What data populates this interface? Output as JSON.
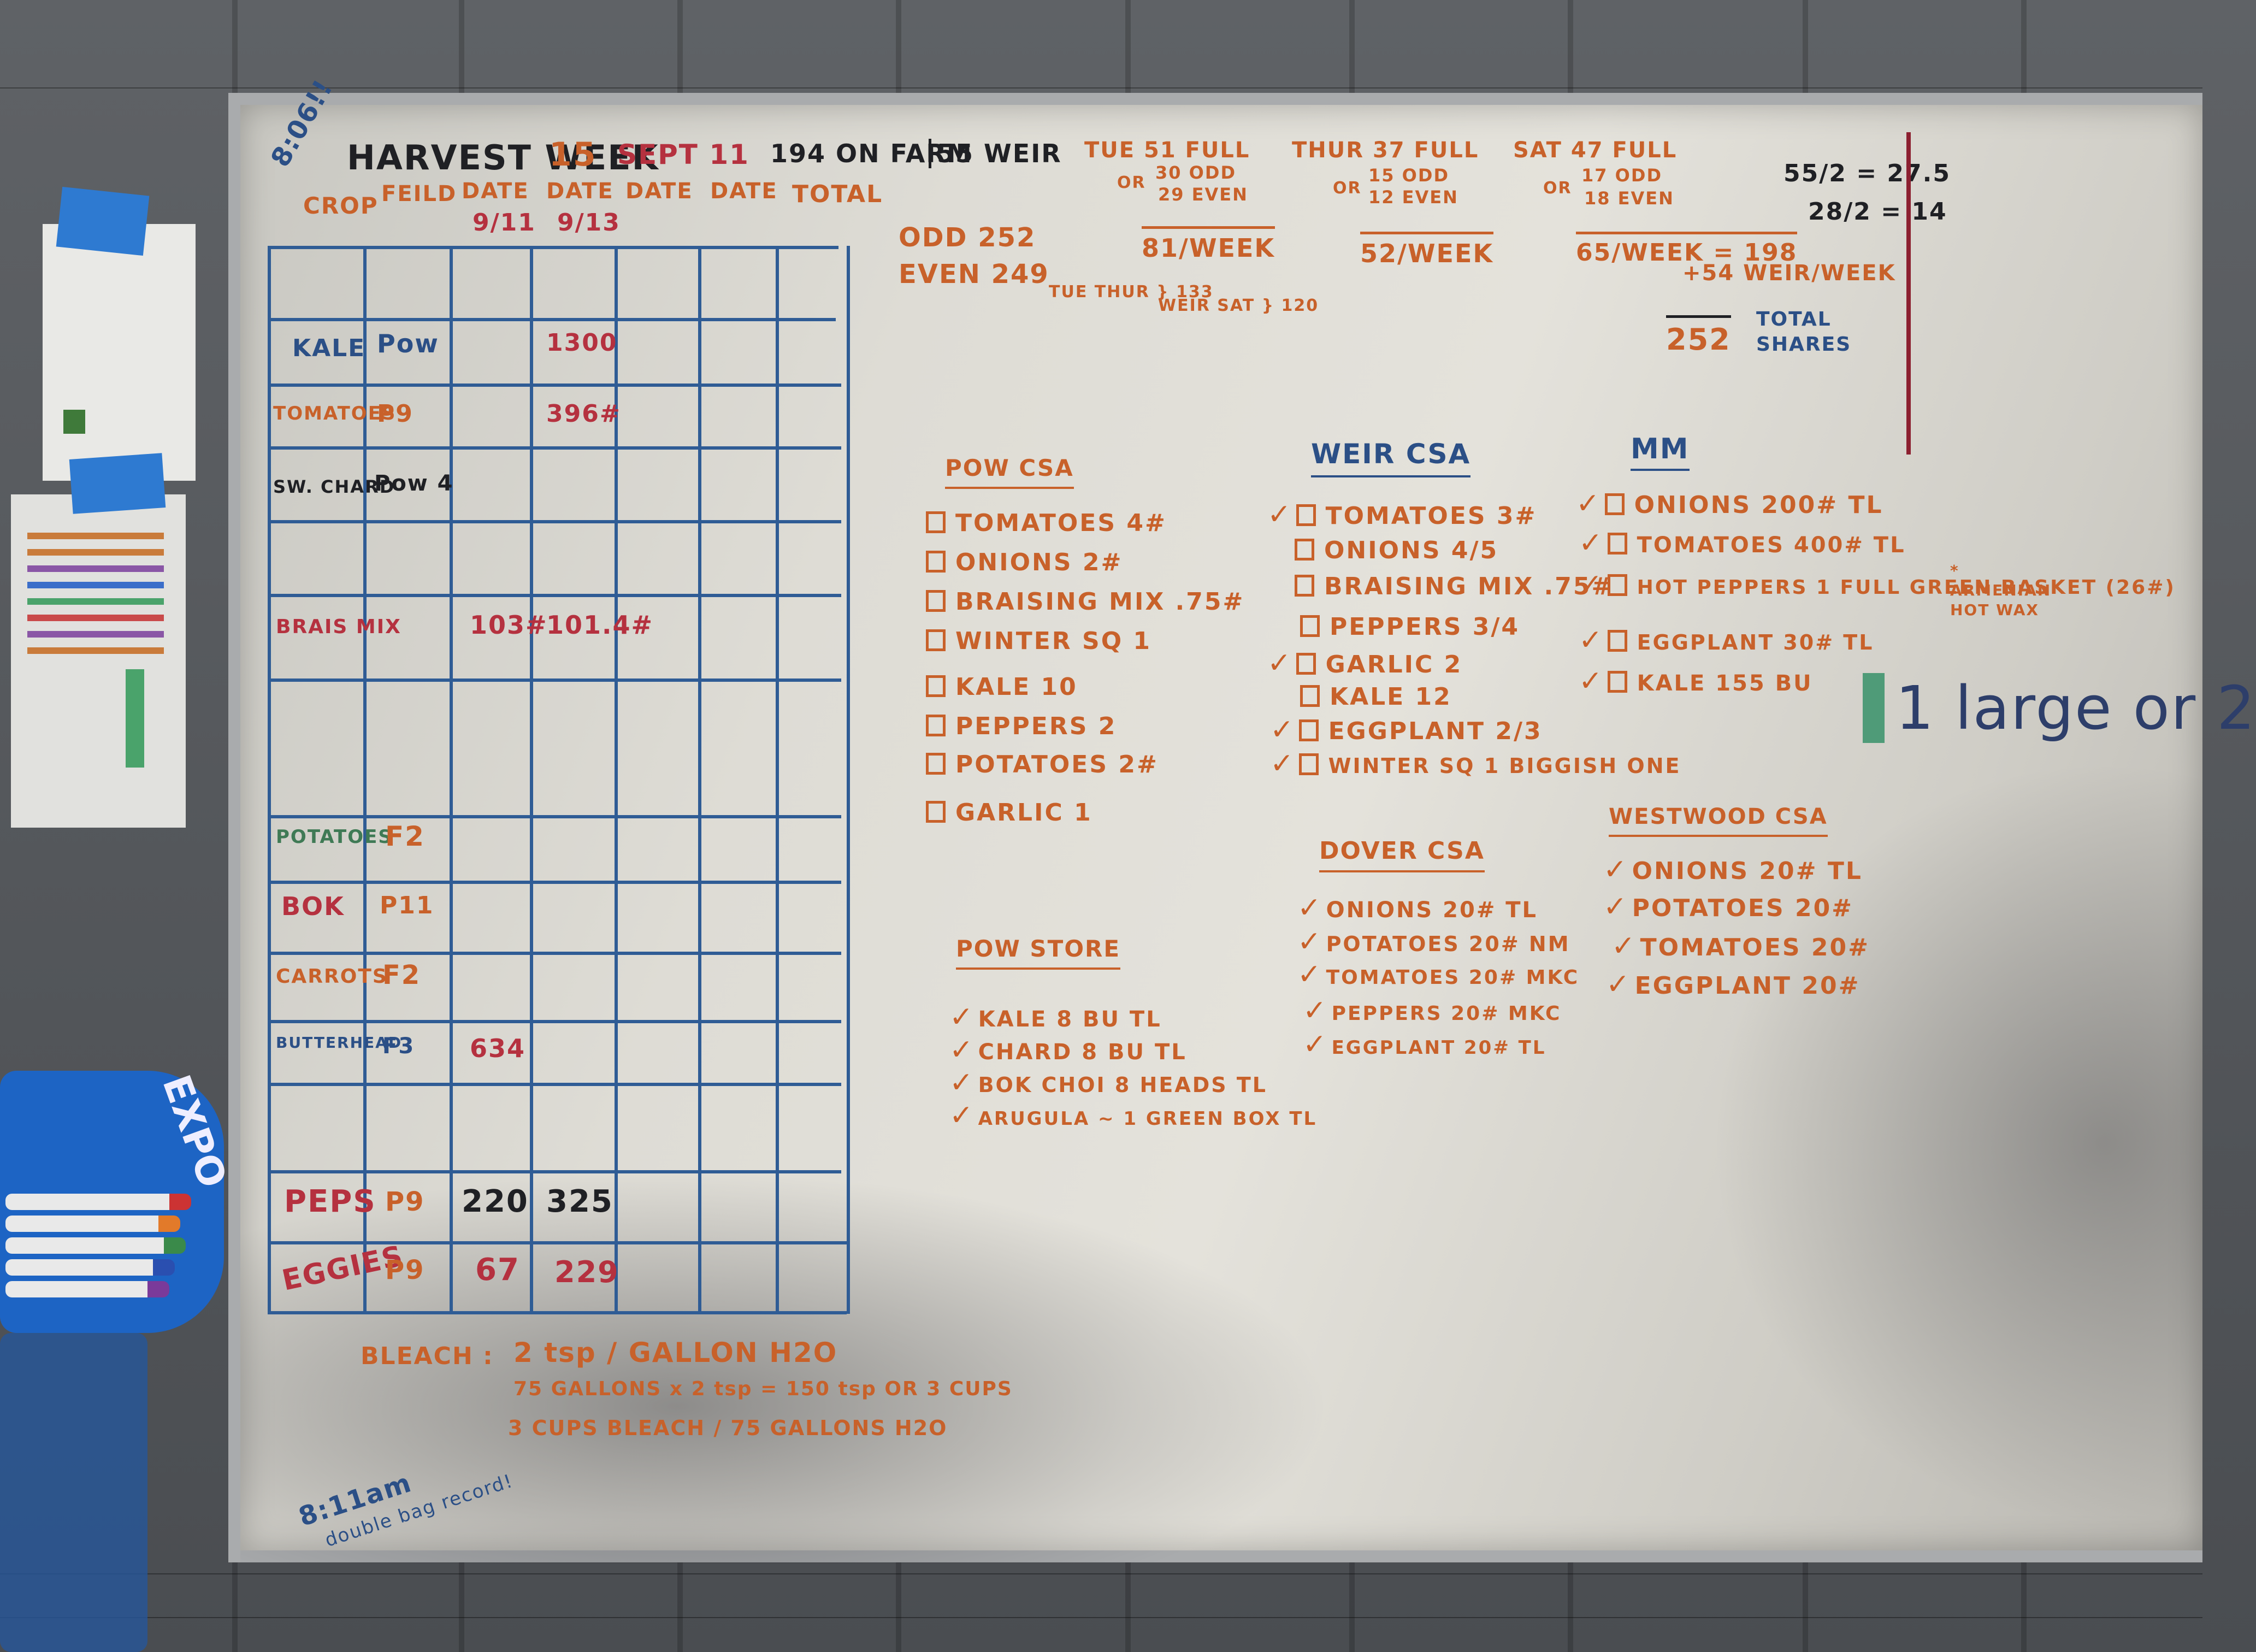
{
  "header": {
    "time": "8:06!!",
    "title": "HARVEST WEEK",
    "week_number": "15",
    "date": "SEPT 11",
    "on_farm": "194 ON FARM",
    "weir": "55 WEIR"
  },
  "harvest_table": {
    "columns": [
      "CROP",
      "FEILD",
      "DATE",
      "DATE",
      "DATE",
      "DATE",
      "TOTAL"
    ],
    "subheaders": [
      "9/11",
      "9/13"
    ],
    "rows": [
      {
        "crop": "KALE",
        "field": "Pow",
        "d1": "",
        "d2": "1300"
      },
      {
        "crop": "TOMATOES",
        "field": "P9",
        "d1": "",
        "d2": "396#"
      },
      {
        "crop": "SW. CHARD",
        "field": "Pow 4",
        "d1": "",
        "d2": ""
      },
      {
        "crop": "BRAIS MIX",
        "field": "",
        "d1": "103#",
        "d2": "101.4#"
      },
      {
        "crop": "POTATOES",
        "field": "F2",
        "d1": "",
        "d2": ""
      },
      {
        "crop": "BOK",
        "field": "P11",
        "d1": "",
        "d2": ""
      },
      {
        "crop": "CARROTS",
        "field": "F2",
        "d1": "",
        "d2": ""
      },
      {
        "crop": "BUTTERHEAD",
        "field": "F3",
        "d1": "634",
        "d2": ""
      },
      {
        "crop": "PEPS",
        "field": "P9",
        "d1": "220",
        "d2": "325"
      },
      {
        "crop": "EGGIES",
        "field": "P9",
        "d1": "67",
        "d2": "229"
      }
    ]
  },
  "shares": {
    "odd": "ODD 252",
    "even": "EVEN 249",
    "tue_full": "TUE 51 FULL",
    "tue_or": "OR",
    "tue_odd": "30 ODD",
    "tue_even": "29 EVEN",
    "tue_week": "81/WEEK",
    "thur_full": "THUR 37 FULL",
    "thur_or": "OR",
    "thur_odd": "15 ODD",
    "thur_even": "12 EVEN",
    "thur_week": "52/WEEK",
    "sat_full": "SAT 47 FULL",
    "sat_or": "OR",
    "sat_odd": "17 ODD",
    "sat_even": "18 EVEN",
    "sat_week": "65/WEEK = 198",
    "weir_week": "+54 WEIR/WEEK",
    "total": "252",
    "total_label": "TOTAL SHARES",
    "tue_thur": "TUE THUR } 133",
    "weir_sat": "WEIR SAT } 120",
    "calc1": "55/2 = 27.5",
    "calc2": "28/2 = 14"
  },
  "pow_csa": {
    "title": "POW CSA",
    "items": [
      "TOMATOES 4#",
      "ONIONS 2#",
      "BRAISING MIX .75#",
      "WINTER SQ 1",
      "KALE 10",
      "PEPPERS 2",
      "POTATOES 2#",
      "GARLIC 1"
    ]
  },
  "weir_csa": {
    "title": "WEIR CSA",
    "items": [
      "TOMATOES 3#",
      "ONIONS 4/5",
      "BRAISING MIX .75#",
      "PEPPERS 3/4",
      "GARLIC 2",
      "KALE 12",
      "EGGPLANT 2/3",
      "WINTER SQ 1 BIGGISH ONE"
    ]
  },
  "mm": {
    "title": "MM",
    "items": [
      "ONIONS 200# TL",
      "TOMATOES 400# TL",
      "HOT PEPPERS 1 FULL GREEN BASKET (26#)",
      "EGGPLANT 30# TL",
      "KALE 155 BU"
    ],
    "note": "* ARMENIAN HOT WAX"
  },
  "pow_store": {
    "title": "POW STORE",
    "items": [
      "KALE 8 BU TL",
      "CHARD 8 BU TL",
      "BOK CHOI 8 HEADS TL",
      "ARUGULA ~ 1 GREEN BOX TL"
    ]
  },
  "dover_csa": {
    "title": "DOVER CSA",
    "items": [
      "ONIONS 20# TL",
      "POTATOES 20# NM",
      "TOMATOES 20# MKC",
      "PEPPERS 20# MKC",
      "EGGPLANT 20# TL"
    ]
  },
  "westwood_csa": {
    "title": "WESTWOOD CSA",
    "items": [
      "ONIONS 20# TL",
      "POTATOES 20#",
      "TOMATOES 20#",
      "EGGPLANT 20#"
    ]
  },
  "side_note": "1 large or 2",
  "bleach": {
    "label": "BLEACH :",
    "line1": "2 tsp / GALLON H2O",
    "line2": "75 GALLONS x 2 tsp = 150 tsp OR 3 CUPS",
    "line3": "3 CUPS BLEACH / 75 GALLONS H2O"
  },
  "footer_note": {
    "time": "8:11am",
    "text": "double bag record!"
  },
  "marker_brand": "EXPO"
}
